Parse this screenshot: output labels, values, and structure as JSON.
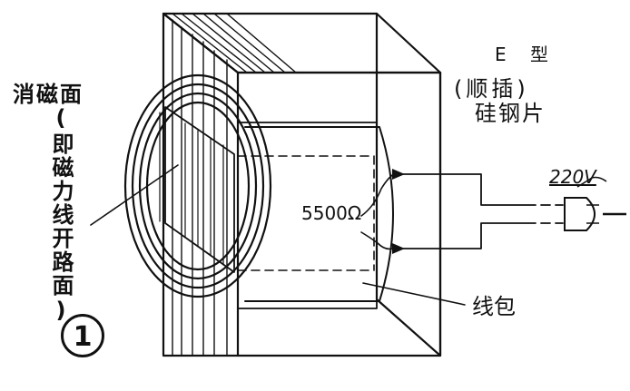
{
  "labels": {
    "demag_face": "消磁面",
    "demag_note": "(即磁力线开路面)",
    "core_type_a": "E 型",
    "core_type_b": "(顺插)",
    "core_material": "硅钢片",
    "resistance": "5500Ω",
    "coil": "线包",
    "voltage": "220V",
    "figure_number": "1"
  },
  "colors": {
    "ink": "#111111",
    "paper": "#ffffff"
  }
}
